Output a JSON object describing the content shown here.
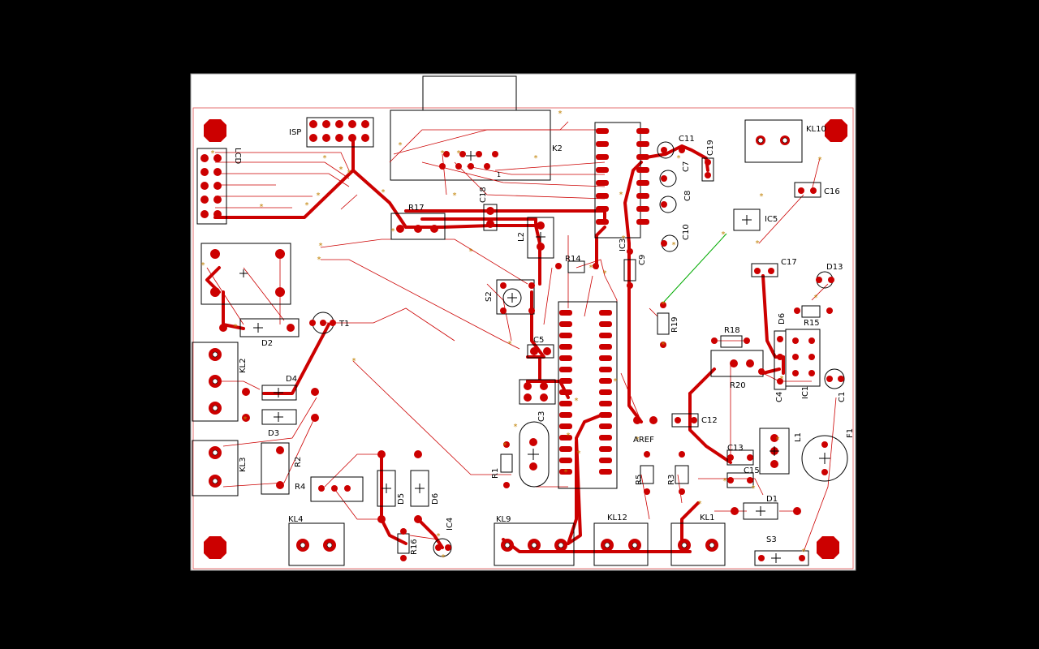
{
  "labels": {
    "isp": "ISP",
    "lcd": "LCD",
    "k2": "K2",
    "pin1": "1",
    "r17": "R17",
    "c18": "C18",
    "l2": "L2",
    "c11": "C11",
    "c19": "C19",
    "c7": "C7",
    "c8": "C8",
    "c10": "C10",
    "ic3": "IC3",
    "r14": "R14",
    "c9": "C9",
    "kl10": "KL10",
    "c16": "C16",
    "ic5": "IC5",
    "c17": "C17",
    "d13": "D13",
    "r15": "R15",
    "d6": "D6",
    "r19": "R19",
    "r18": "R18",
    "r20": "R20",
    "c4a": "C4",
    "ic1": "IC1",
    "c1": "C1",
    "t1": "T1",
    "d2": "D2",
    "kl2": "KL2",
    "d4": "D4",
    "d3": "D3",
    "kl3": "KL3",
    "r2": "R2",
    "s2": "S2",
    "c5": "C5",
    "c3": "C3",
    "r1": "R1",
    "aref": "AREF",
    "c12": "C12",
    "c13": "C13",
    "c15": "C15",
    "l1": "L1",
    "f1": "F1",
    "r5": "R5",
    "r3": "R3",
    "r4": "R4",
    "d5": "D5",
    "d6b": "D6",
    "r16": "R16",
    "ic4": "IC4",
    "kl4": "KL4",
    "kl9": "KL9",
    "kl12": "KL12",
    "kl1": "KL1",
    "d1": "D1",
    "s3": "S3"
  },
  "colors": {
    "background": "#000000",
    "board": "#ffffff",
    "copper": "#cc0000",
    "pad": "#cc0000",
    "outline": "#000000",
    "ratsnest": "#cc0000",
    "guide": "#00aa00",
    "via_marker": "#c08000"
  }
}
